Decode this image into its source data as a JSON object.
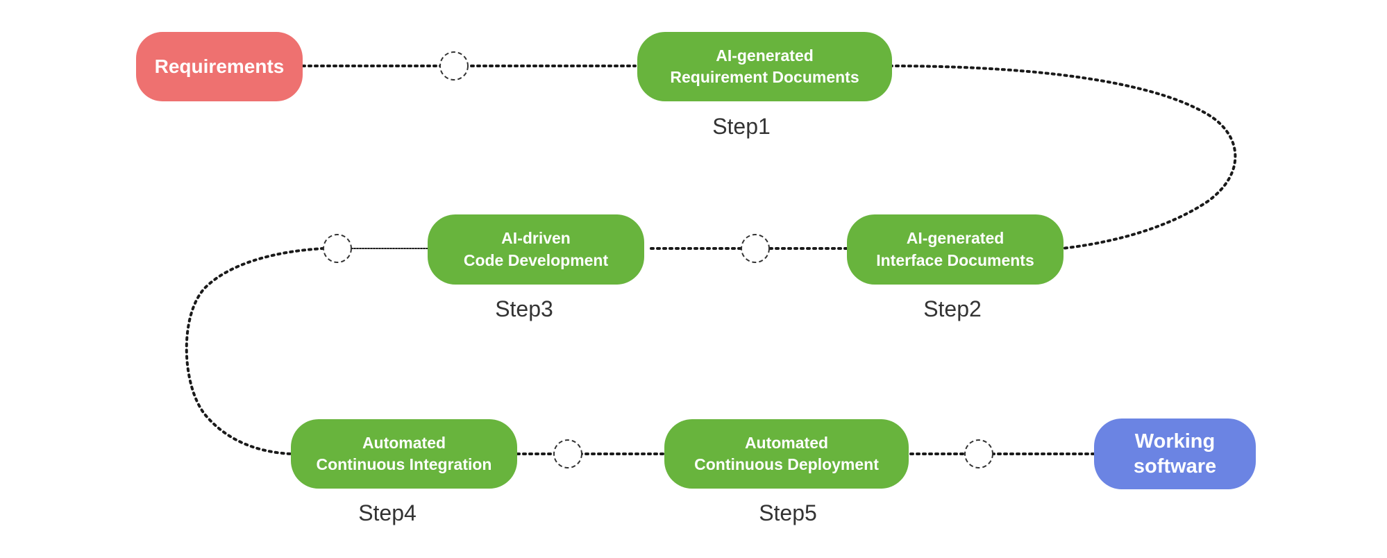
{
  "nodes": {
    "requirements": {
      "label": "Requirements"
    },
    "step1": {
      "line1": "AI-generated",
      "line2": "Requirement Documents",
      "step_label": "Step1"
    },
    "step2": {
      "line1": "AI-generated",
      "line2": "Interface Documents",
      "step_label": "Step2"
    },
    "step3": {
      "line1": "AI-driven",
      "line2": "Code Development",
      "step_label": "Step3"
    },
    "step4": {
      "line1": "Automated",
      "line2": "Continuous Integration",
      "step_label": "Step4"
    },
    "step5": {
      "line1": "Automated",
      "line2": "Continuous Deployment",
      "step_label": "Step5"
    },
    "working": {
      "line1": "Working",
      "line2": "software"
    }
  },
  "colors": {
    "requirements": "#ee7170",
    "ai_step": "#68b43d",
    "output": "#6b84e3",
    "connector": "#1a1a1a",
    "step_text": "#333333"
  }
}
